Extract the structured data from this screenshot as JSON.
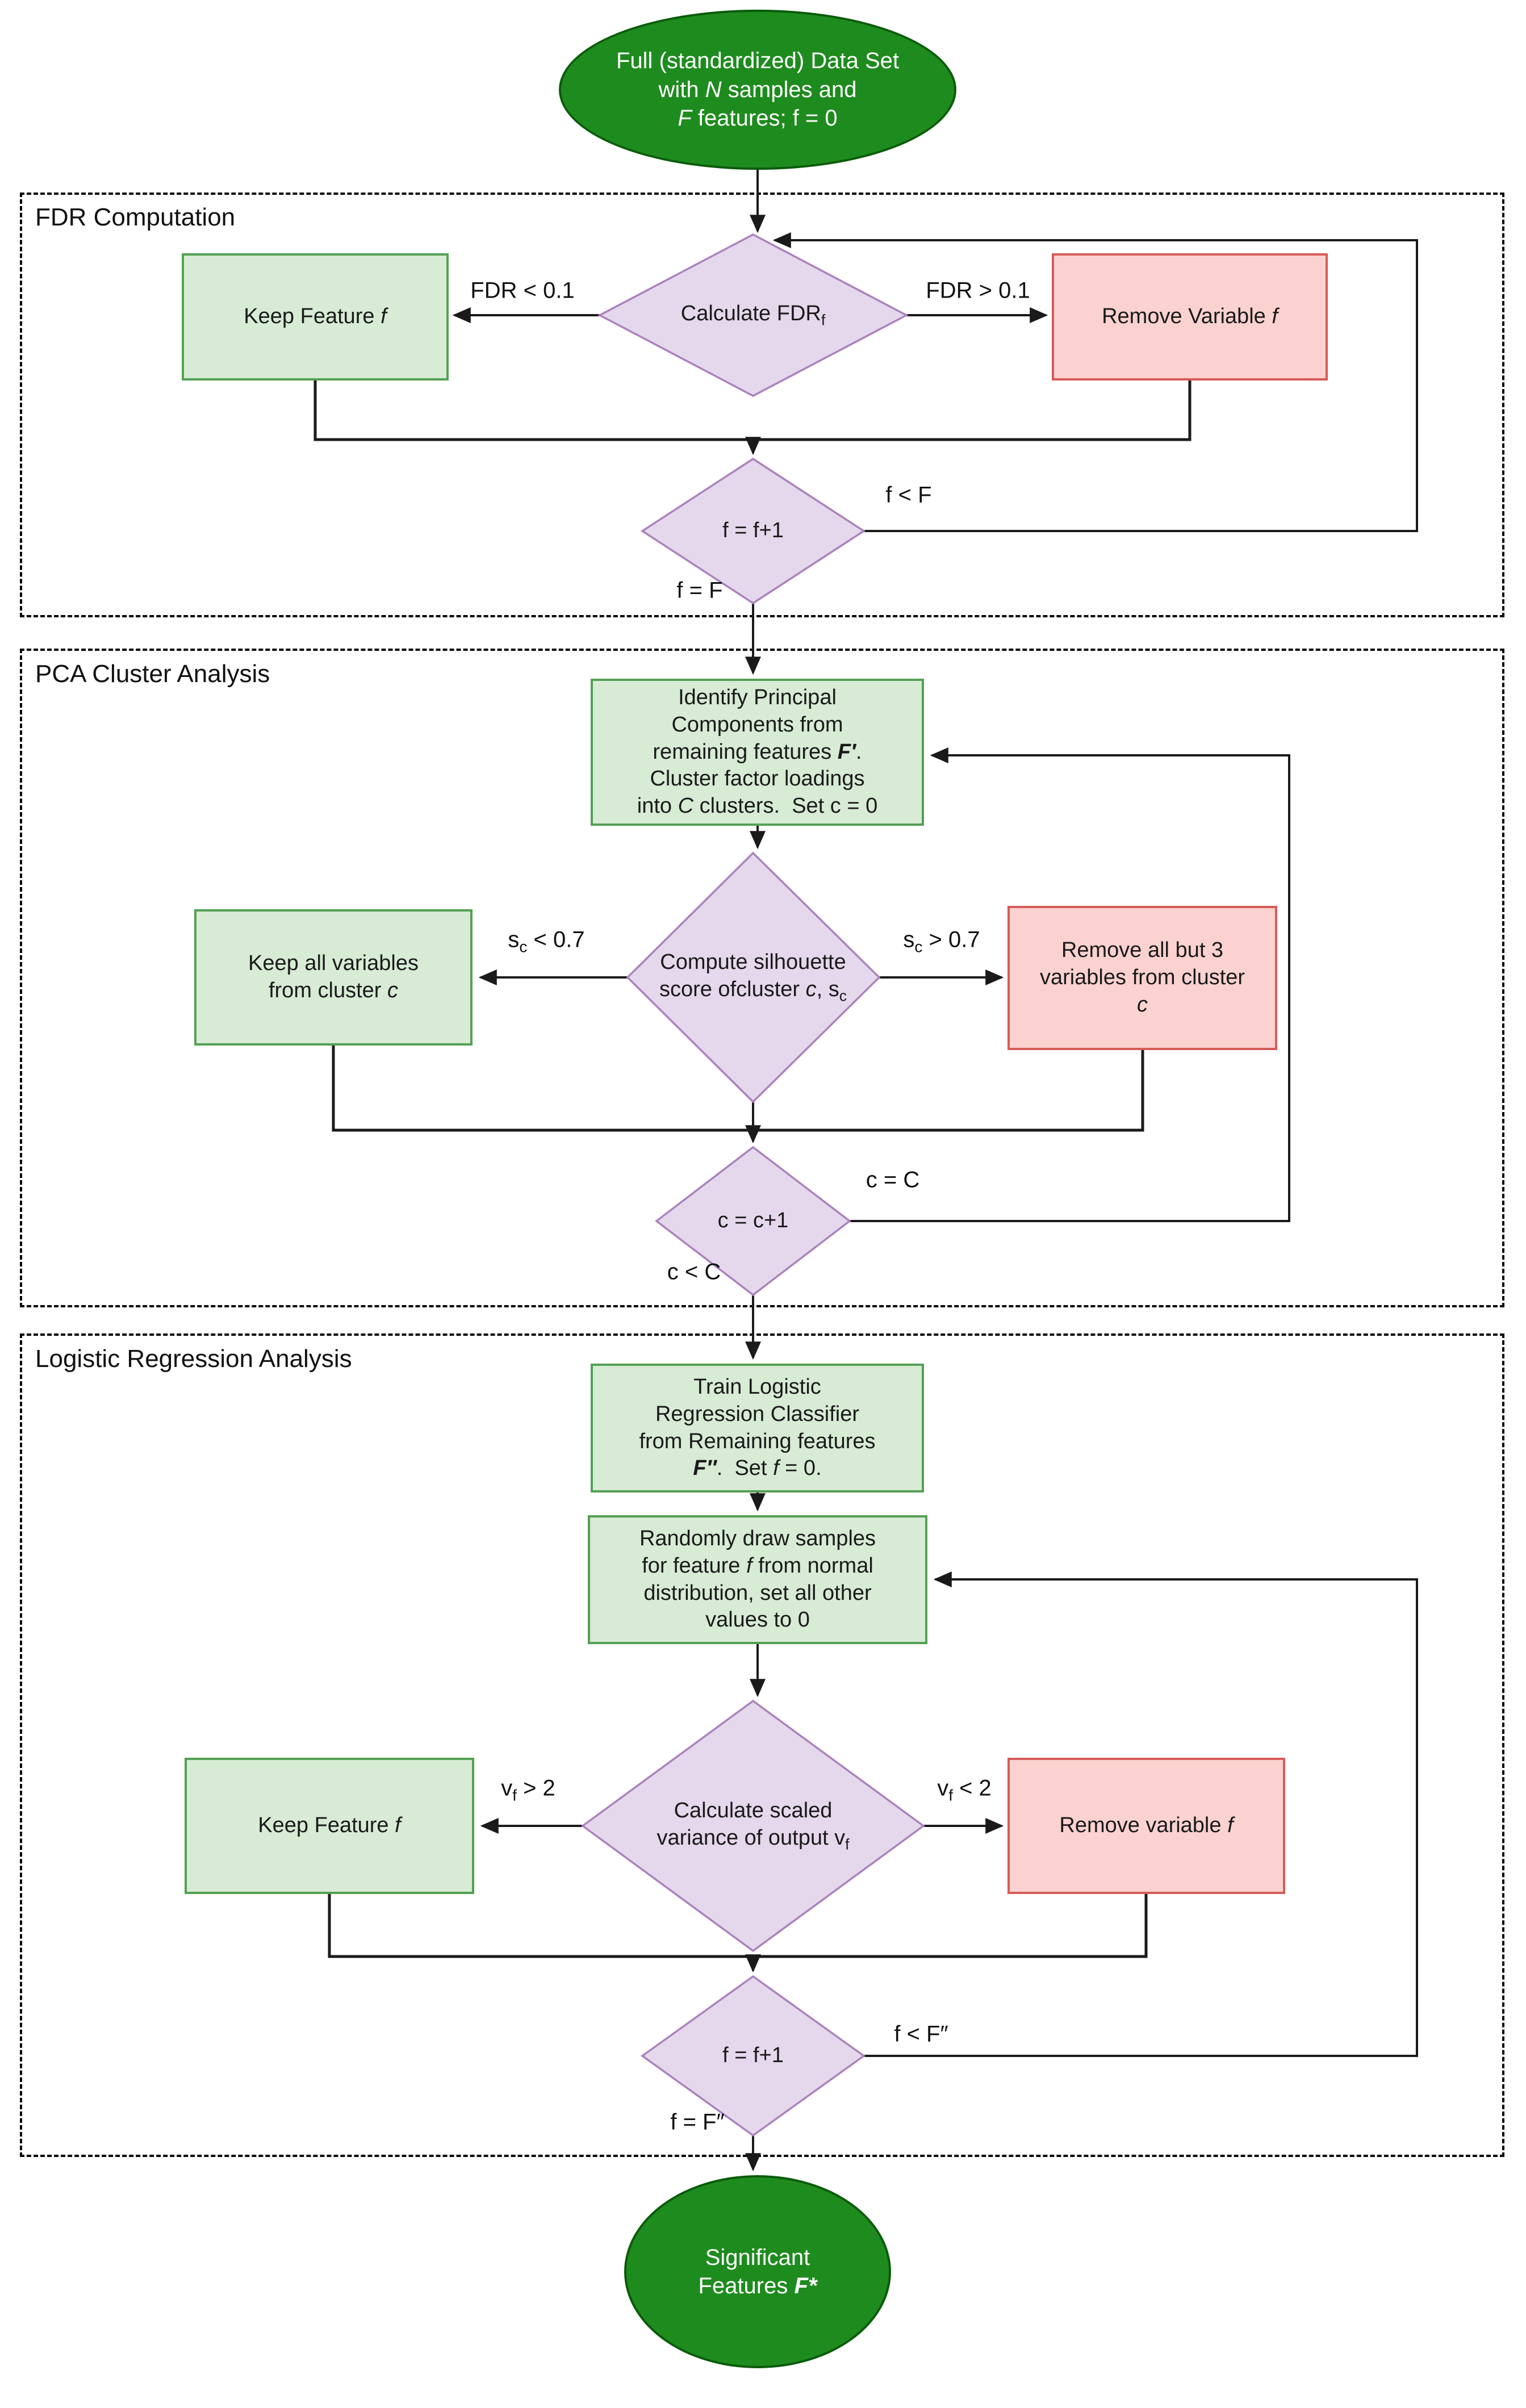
{
  "diagram": {
    "title": "Feature selection flowchart",
    "sections": {
      "fdr": {
        "label": "FDR Computation"
      },
      "pca": {
        "label": "PCA Cluster Analysis"
      },
      "lr": {
        "label": "Logistic Regression Analysis"
      }
    },
    "nodes": {
      "start": {
        "lines": [
          "Full (standardized) Data Set",
          "with <i>N</i> samples and",
          "<i>F</i> features; f = 0"
        ]
      },
      "keep_f": {
        "label": "Keep Feature <i>f</i>"
      },
      "calc_fdr": {
        "label": "Calculate FDR<sub>f</sub>"
      },
      "remove_f": {
        "label": "Remove Variable <i>f</i>"
      },
      "fdr_iter": {
        "label": "f = f+1"
      },
      "identify": {
        "lines": [
          "Identify Principal",
          "Components from",
          "remaining features <b><i>F′</i></b>.",
          "Cluster factor loadings",
          "into <i>C</i> clusters.&nbsp; Set c = 0"
        ]
      },
      "silhouette": {
        "lines": [
          "Compute silhouette",
          "score ofcluster <i>c</i>, s<sub>c</sub>"
        ]
      },
      "keep_all": {
        "lines": [
          "Keep all variables",
          "from cluster <i>c</i>"
        ]
      },
      "remove_3": {
        "lines": [
          "Remove all but 3",
          "variables from cluster",
          "<i>c</i>"
        ]
      },
      "pca_iter": {
        "label": "c = c+1"
      },
      "train": {
        "lines": [
          "Train Logistic",
          "Regression Classifier",
          "from Remaining features",
          "<b><i>F″</i></b>.&nbsp; Set <i>f</i> = 0."
        ]
      },
      "randomly": {
        "lines": [
          "Randomly draw samples",
          "for feature <i>f</i> from normal",
          "distribution, set all other",
          "values to 0"
        ]
      },
      "variance": {
        "lines": [
          "Calculate scaled",
          "variance of output v<sub>f</sub>"
        ]
      },
      "keep_f2": {
        "label": "Keep Feature <i>f</i>"
      },
      "remove_f2": {
        "label": "Remove variable <i>f</i>"
      },
      "lr_iter": {
        "label": "f = f+1"
      },
      "end": {
        "lines": [
          "Significant",
          "Features <b><i>F*</i></b>"
        ]
      }
    },
    "edge_labels": {
      "fdr_lt": "FDR &lt; 0.1",
      "fdr_gt": "FDR &gt; 0.1",
      "f_lt_F": "f &lt; F",
      "f_eq_F": "f = F",
      "sc_lt": "s<sub>c</sub> &lt; 0.7",
      "sc_gt": "s<sub>c</sub> &gt; 0.7",
      "c_eq_C": "c = C",
      "c_lt_C": "c &lt; C",
      "vf_gt": "v<sub>f</sub> &gt; 2",
      "vf_lt": "v<sub>f</sub> &lt; 2",
      "f_lt_F2": "f &lt; F″",
      "f_eq_F2": "f = F″"
    },
    "colors": {
      "terminal_fill": "#1e8b1e",
      "terminal_border": "#0a5c0a",
      "terminal_text": "#ffffff",
      "green_fill": "#d7ebd5",
      "green_border": "#54a054",
      "red_fill": "#fbd2d0",
      "red_border": "#d65c58",
      "decision_fill": "#e5d8ec",
      "decision_border": "#ab82bd",
      "line": "#1a1a1a",
      "section_border": "#000000"
    }
  }
}
